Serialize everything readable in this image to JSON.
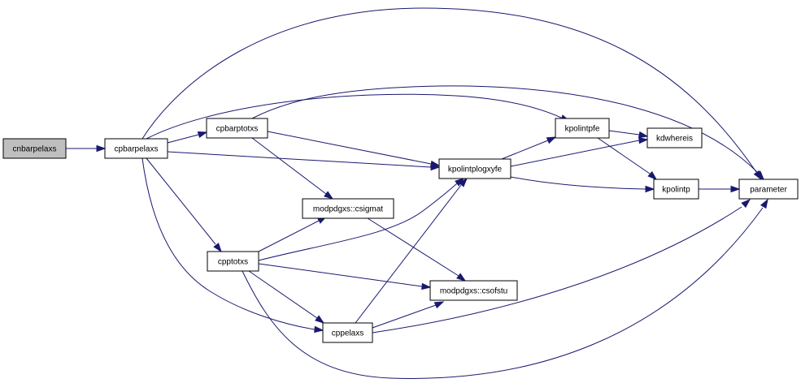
{
  "graph": {
    "edge_color": "#191970",
    "root_fill": "#bfbfbf",
    "nodes": [
      {
        "id": "cnbarpelaxs",
        "label": "cnbarpelaxs",
        "root": true
      },
      {
        "id": "cpbarpelaxs",
        "label": "cpbarpelaxs"
      },
      {
        "id": "cpbarptotxs",
        "label": "cpbarptotxs"
      },
      {
        "id": "cpptotxs",
        "label": "cpptotxs"
      },
      {
        "id": "cppelaxs",
        "label": "cppelaxs"
      },
      {
        "id": "csigmat",
        "label": "modpdgxs::csigmat"
      },
      {
        "id": "csofstu",
        "label": "modpdgxs::csofstu"
      },
      {
        "id": "kpolintplogxyfe",
        "label": "kpolintplogxyfe"
      },
      {
        "id": "kpolintpfe",
        "label": "kpolintpfe"
      },
      {
        "id": "kdwhereis",
        "label": "kdwhereis"
      },
      {
        "id": "kpolintp",
        "label": "kpolintp"
      },
      {
        "id": "parameter",
        "label": "parameter"
      }
    ],
    "edges": [
      {
        "from": "cnbarpelaxs",
        "to": "cpbarpelaxs"
      },
      {
        "from": "cpbarpelaxs",
        "to": "parameter"
      },
      {
        "from": "cpbarpelaxs",
        "to": "kpolintpfe"
      },
      {
        "from": "cpbarpelaxs",
        "to": "cpbarptotxs"
      },
      {
        "from": "cpbarpelaxs",
        "to": "kpolintplogxyfe"
      },
      {
        "from": "cpbarpelaxs",
        "to": "cpptotxs"
      },
      {
        "from": "cpbarpelaxs",
        "to": "cppelaxs"
      },
      {
        "from": "cpbarptotxs",
        "to": "parameter"
      },
      {
        "from": "cpbarptotxs",
        "to": "kpolintplogxyfe"
      },
      {
        "from": "cpbarptotxs",
        "to": "csigmat"
      },
      {
        "from": "cpptotxs",
        "to": "csigmat"
      },
      {
        "from": "cpptotxs",
        "to": "kpolintplogxyfe"
      },
      {
        "from": "cpptotxs",
        "to": "csofstu"
      },
      {
        "from": "cpptotxs",
        "to": "cppelaxs"
      },
      {
        "from": "cpptotxs",
        "to": "parameter"
      },
      {
        "from": "csigmat",
        "to": "csofstu"
      },
      {
        "from": "cppelaxs",
        "to": "kpolintplogxyfe"
      },
      {
        "from": "cppelaxs",
        "to": "csofstu"
      },
      {
        "from": "cppelaxs",
        "to": "parameter"
      },
      {
        "from": "kpolintplogxyfe",
        "to": "kpolintpfe"
      },
      {
        "from": "kpolintplogxyfe",
        "to": "kdwhereis"
      },
      {
        "from": "kpolintplogxyfe",
        "to": "kpolintp"
      },
      {
        "from": "kpolintpfe",
        "to": "kdwhereis"
      },
      {
        "from": "kpolintpfe",
        "to": "kpolintp"
      },
      {
        "from": "kpolintp",
        "to": "parameter"
      }
    ]
  }
}
